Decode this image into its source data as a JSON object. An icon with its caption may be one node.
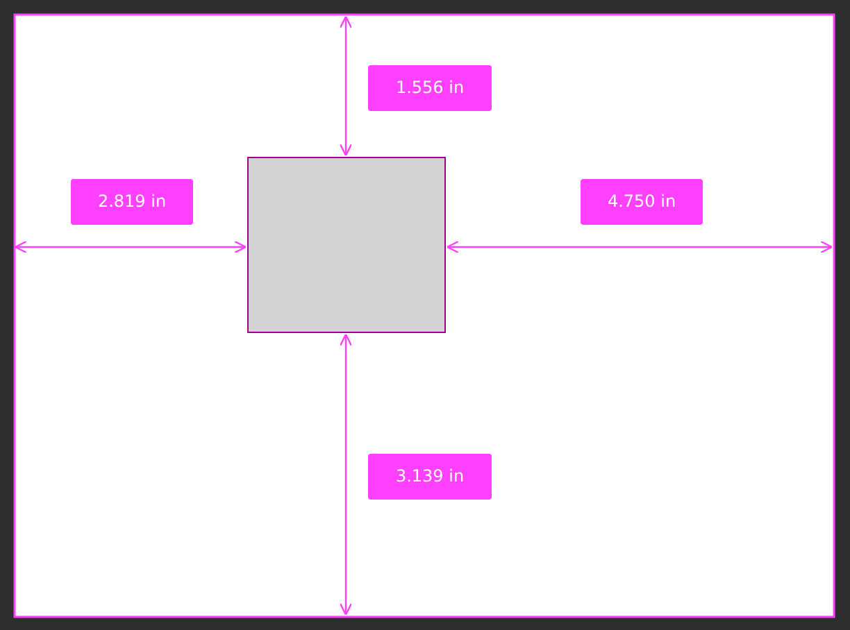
{
  "diagram": {
    "nodes": [
      {
        "text": [],
        "shape": "box"
      }
    ],
    "labels": [
      "1.556 in",
      "2.819 in",
      "4.750 in",
      "3.139 in"
    ]
  }
}
